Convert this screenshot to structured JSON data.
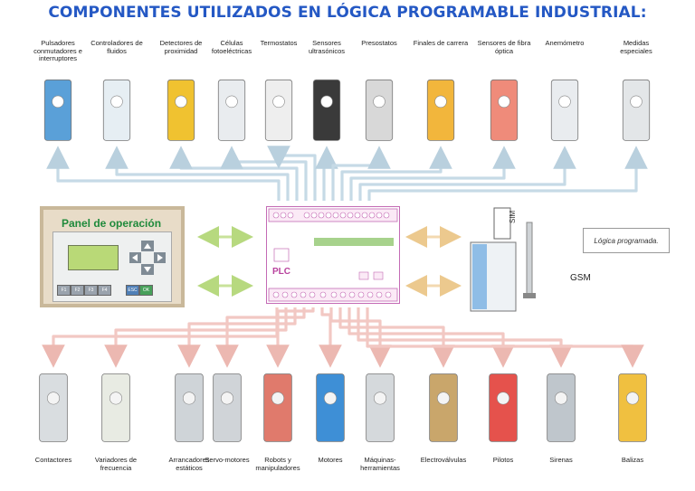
{
  "title": "COMPONENTES UTILIZADOS EN LÓGICA PROGRAMABLE INDUSTRIAL:",
  "inputs": [
    {
      "label": "Pulsadores conmutadores e interruptores"
    },
    {
      "label": "Controladores de fluidos"
    },
    {
      "label": "Detectores de proximidad"
    },
    {
      "label": "Células fotoeléctricas"
    },
    {
      "label": "Termostatos"
    },
    {
      "label": "Sensores ultrasónicos"
    },
    {
      "label": "Presostatos"
    },
    {
      "label": "Finales de carrera"
    },
    {
      "label": "Sensores de fibra óptica"
    },
    {
      "label": "Anemómetro"
    },
    {
      "label": "Medidas especiales"
    }
  ],
  "outputs": [
    {
      "label": "Contactores"
    },
    {
      "label": "Variadores de frecuencia"
    },
    {
      "label": "Arrancadores estáticos"
    },
    {
      "label": "Servo-motores"
    },
    {
      "label": "Robots y manipuladores"
    },
    {
      "label": "Motores"
    },
    {
      "label": "Máquinas-herramientas"
    },
    {
      "label": "Electroválvulas"
    },
    {
      "label": "Pilotos"
    },
    {
      "label": "Sirenas"
    },
    {
      "label": "Balizas"
    }
  ],
  "panel": {
    "title": "Panel de operación",
    "keys": [
      "F1",
      "F2",
      "F3",
      "F4",
      "ESC",
      "OK"
    ]
  },
  "plc": {
    "label": "PLC"
  },
  "gsm": {
    "label": "GSM",
    "sim": "SIM"
  },
  "logic_box": {
    "label": "Lógica programada."
  },
  "colors": {
    "title": "#2458c4",
    "input_arrows": "#c6dae6",
    "output_arrows": "#f2c8c3",
    "plc": "#c46bb5",
    "panel_arrows": "#c8e29a",
    "gsm_arrows": "#f3d9b0"
  }
}
